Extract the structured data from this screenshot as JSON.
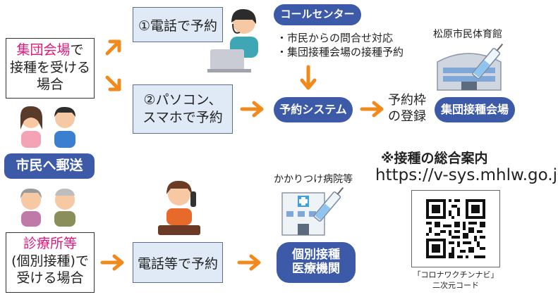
{
  "left": {
    "case1": {
      "highlight": "集団会場",
      "rest1": "で",
      "line2": "接種を受ける",
      "line3": "場合"
    },
    "mail_label": "市民へ郵送",
    "case2": {
      "highlight": "診療所等",
      "line2": "(個別接種)で",
      "line3": "受ける場合"
    }
  },
  "top": {
    "phone_box": "①電話で予約",
    "callcenter_label": "コールセンター",
    "callcenter_items": [
      "・市民からの問合せ対応",
      "・集団接種会場の接種予約"
    ],
    "pc_box_line1": "②パソコン、",
    "pc_box_line2": "スマホで予約",
    "system_label": "予約システム",
    "slot_line1": "予約枠",
    "slot_line2": "の登録",
    "venue_caption": "松原市民体育館",
    "venue_label": "集団接種会場"
  },
  "bottom": {
    "phone_box": "電話等で予約",
    "hospital_caption": "かかりつけ病院等",
    "clinic_line1": "個別接種",
    "clinic_line2": "医療機関"
  },
  "info": {
    "heading": "※接種の総合案内",
    "url": "https://v-sys.mhlw.go.jp/",
    "qr_caption1": "「コロナワクチンナビ」",
    "qr_caption2": "二次元コード"
  },
  "colors": {
    "accent_pill": "#3d5aa8",
    "arrow": "#f08a1c",
    "highlight": "#e0187a",
    "box_fill": "#dfeaf6"
  }
}
